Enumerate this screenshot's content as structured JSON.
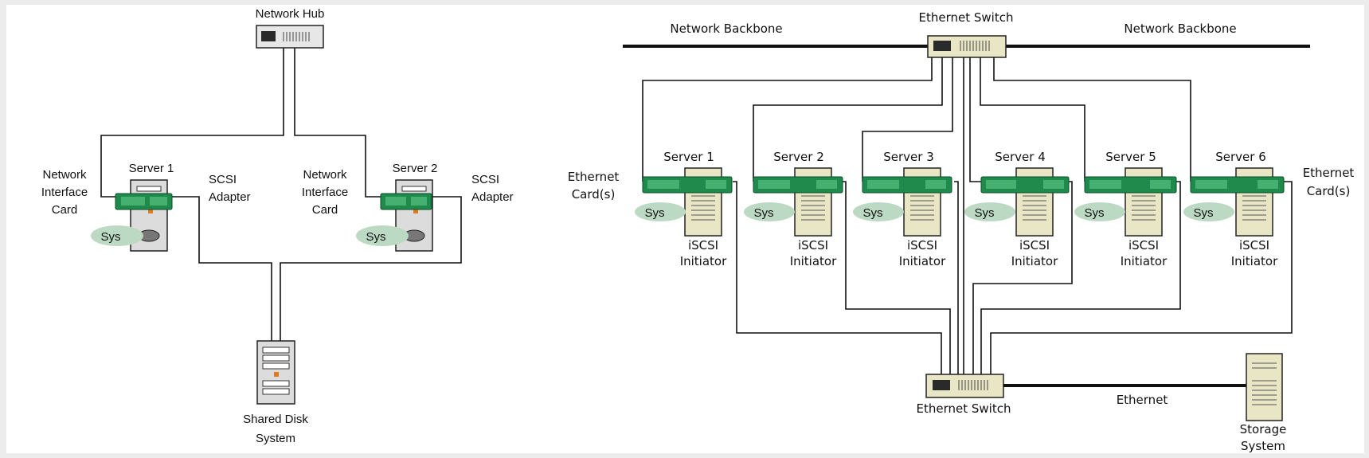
{
  "left": {
    "hub": "Network Hub",
    "nic": [
      "Network",
      "Interface",
      "Card"
    ],
    "scsi": [
      "SCSI",
      "Adapter"
    ],
    "servers": [
      "Server 1",
      "Server 2"
    ],
    "sys": "Sys",
    "shared_disk": [
      "Shared Disk",
      "System"
    ]
  },
  "right": {
    "top_switch": "Ethernet Switch",
    "backbone_left": "Network Backbone",
    "backbone_right": "Network Backbone",
    "ethernet_cards_left": [
      "Ethernet",
      "Card(s)"
    ],
    "ethernet_cards_right": [
      "Ethernet",
      "Card(s)"
    ],
    "servers": [
      {
        "name": "Server 1",
        "sys": "Sys",
        "initiator": [
          "iSCSI",
          "Initiator"
        ]
      },
      {
        "name": "Server 2",
        "sys": "Sys",
        "initiator": [
          "iSCSI",
          "Initiator"
        ]
      },
      {
        "name": "Server 3",
        "sys": "Sys",
        "initiator": [
          "iSCSI",
          "Initiator"
        ]
      },
      {
        "name": "Server 4",
        "sys": "Sys",
        "initiator": [
          "iSCSI",
          "Initiator"
        ]
      },
      {
        "name": "Server 5",
        "sys": "Sys",
        "initiator": [
          "iSCSI",
          "Initiator"
        ]
      },
      {
        "name": "Server 6",
        "sys": "Sys",
        "initiator": [
          "iSCSI",
          "Initiator"
        ]
      }
    ],
    "bottom_switch": "Ethernet Switch",
    "ethernet": "Ethernet",
    "storage": [
      "Storage",
      "System"
    ]
  },
  "colors": {
    "card_green": "#1f8a4c",
    "sys_bubble": "#bcd9c3",
    "cabinet_beige": "#e9e6c6",
    "panel_white": "#ffffff"
  }
}
